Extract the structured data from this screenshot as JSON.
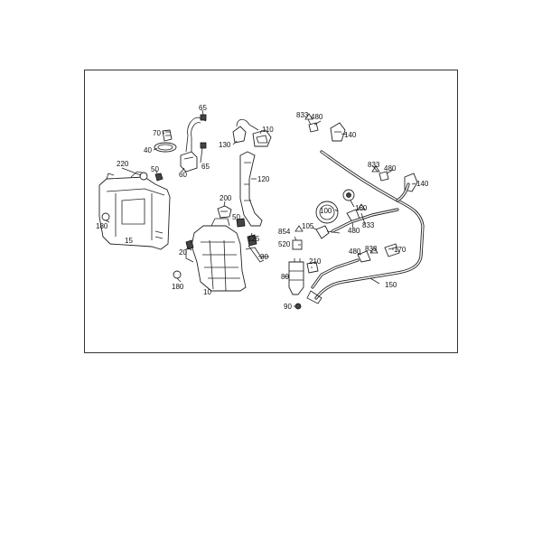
{
  "diagram": {
    "labels": [
      {
        "id": "p65a",
        "text": "65"
      },
      {
        "id": "p70",
        "text": "70"
      },
      {
        "id": "p110",
        "text": "110"
      },
      {
        "id": "p833a",
        "text": "833"
      },
      {
        "id": "p480a",
        "text": "480"
      },
      {
        "id": "p140a",
        "text": "140"
      },
      {
        "id": "p40",
        "text": "40"
      },
      {
        "id": "p130",
        "text": "130"
      },
      {
        "id": "p65b",
        "text": "65"
      },
      {
        "id": "p60",
        "text": "60"
      },
      {
        "id": "p220",
        "text": "220"
      },
      {
        "id": "p50a",
        "text": "50"
      },
      {
        "id": "p120",
        "text": "120"
      },
      {
        "id": "p833b",
        "text": "833"
      },
      {
        "id": "p480b",
        "text": "480"
      },
      {
        "id": "p140b",
        "text": "140"
      },
      {
        "id": "p200",
        "text": "200"
      },
      {
        "id": "p100",
        "text": "100"
      },
      {
        "id": "p160",
        "text": "160"
      },
      {
        "id": "p180a",
        "text": "180"
      },
      {
        "id": "p50b",
        "text": "50"
      },
      {
        "id": "p105",
        "text": "105"
      },
      {
        "id": "p854",
        "text": "854"
      },
      {
        "id": "p480c",
        "text": "480"
      },
      {
        "id": "p833c",
        "text": "833"
      },
      {
        "id": "p15",
        "text": "15"
      },
      {
        "id": "p125",
        "text": "125"
      },
      {
        "id": "p520",
        "text": "520"
      },
      {
        "id": "p20",
        "text": "20"
      },
      {
        "id": "p480d",
        "text": "480"
      },
      {
        "id": "p833d",
        "text": "833"
      },
      {
        "id": "p170",
        "text": "170"
      },
      {
        "id": "p30",
        "text": "30"
      },
      {
        "id": "p210",
        "text": "210"
      },
      {
        "id": "p80",
        "text": "80"
      },
      {
        "id": "p180b",
        "text": "180"
      },
      {
        "id": "p10",
        "text": "10"
      },
      {
        "id": "p150",
        "text": "150"
      },
      {
        "id": "p90",
        "text": "90"
      }
    ]
  }
}
